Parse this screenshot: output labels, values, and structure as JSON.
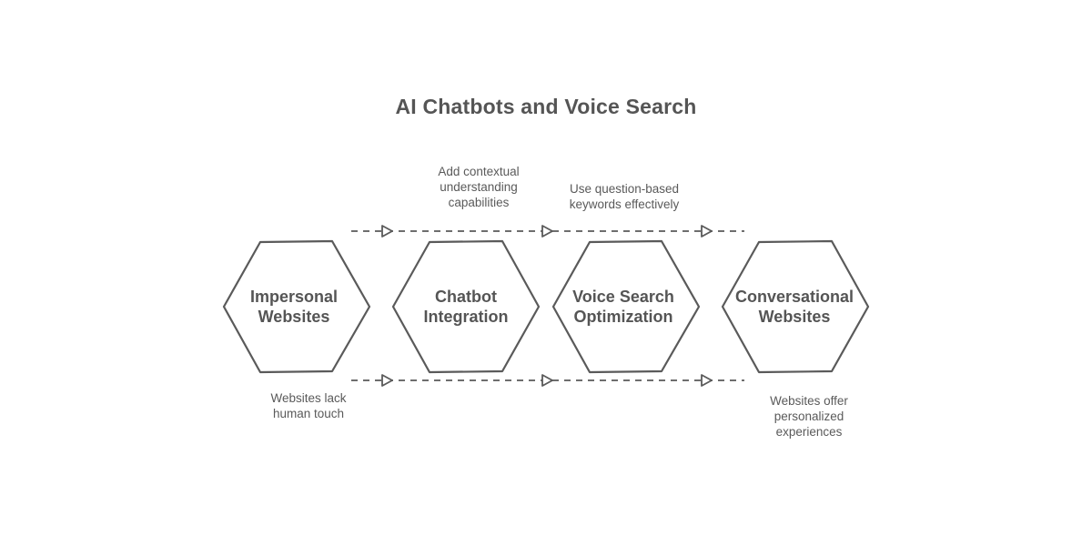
{
  "title": "AI Chatbots and Voice Search",
  "nodes": [
    {
      "id": "impersonal",
      "lines": [
        "Impersonal",
        "Websites"
      ]
    },
    {
      "id": "chatbot",
      "lines": [
        "Chatbot",
        "Integration"
      ]
    },
    {
      "id": "voice",
      "lines": [
        "Voice Search",
        "Optimization"
      ]
    },
    {
      "id": "conversational",
      "lines": [
        "Conversational",
        "Websites"
      ]
    }
  ],
  "annotations": {
    "contextual": [
      "Add contextual",
      "understanding",
      "capabilities"
    ],
    "keywords": [
      "Use question-based",
      "keywords effectively"
    ],
    "lack": [
      "Websites lack",
      "human touch"
    ],
    "offer": [
      "Websites offer",
      "personalized",
      "experiences"
    ]
  },
  "colors": {
    "stroke": "#5a5a5a",
    "text": "#555555"
  }
}
